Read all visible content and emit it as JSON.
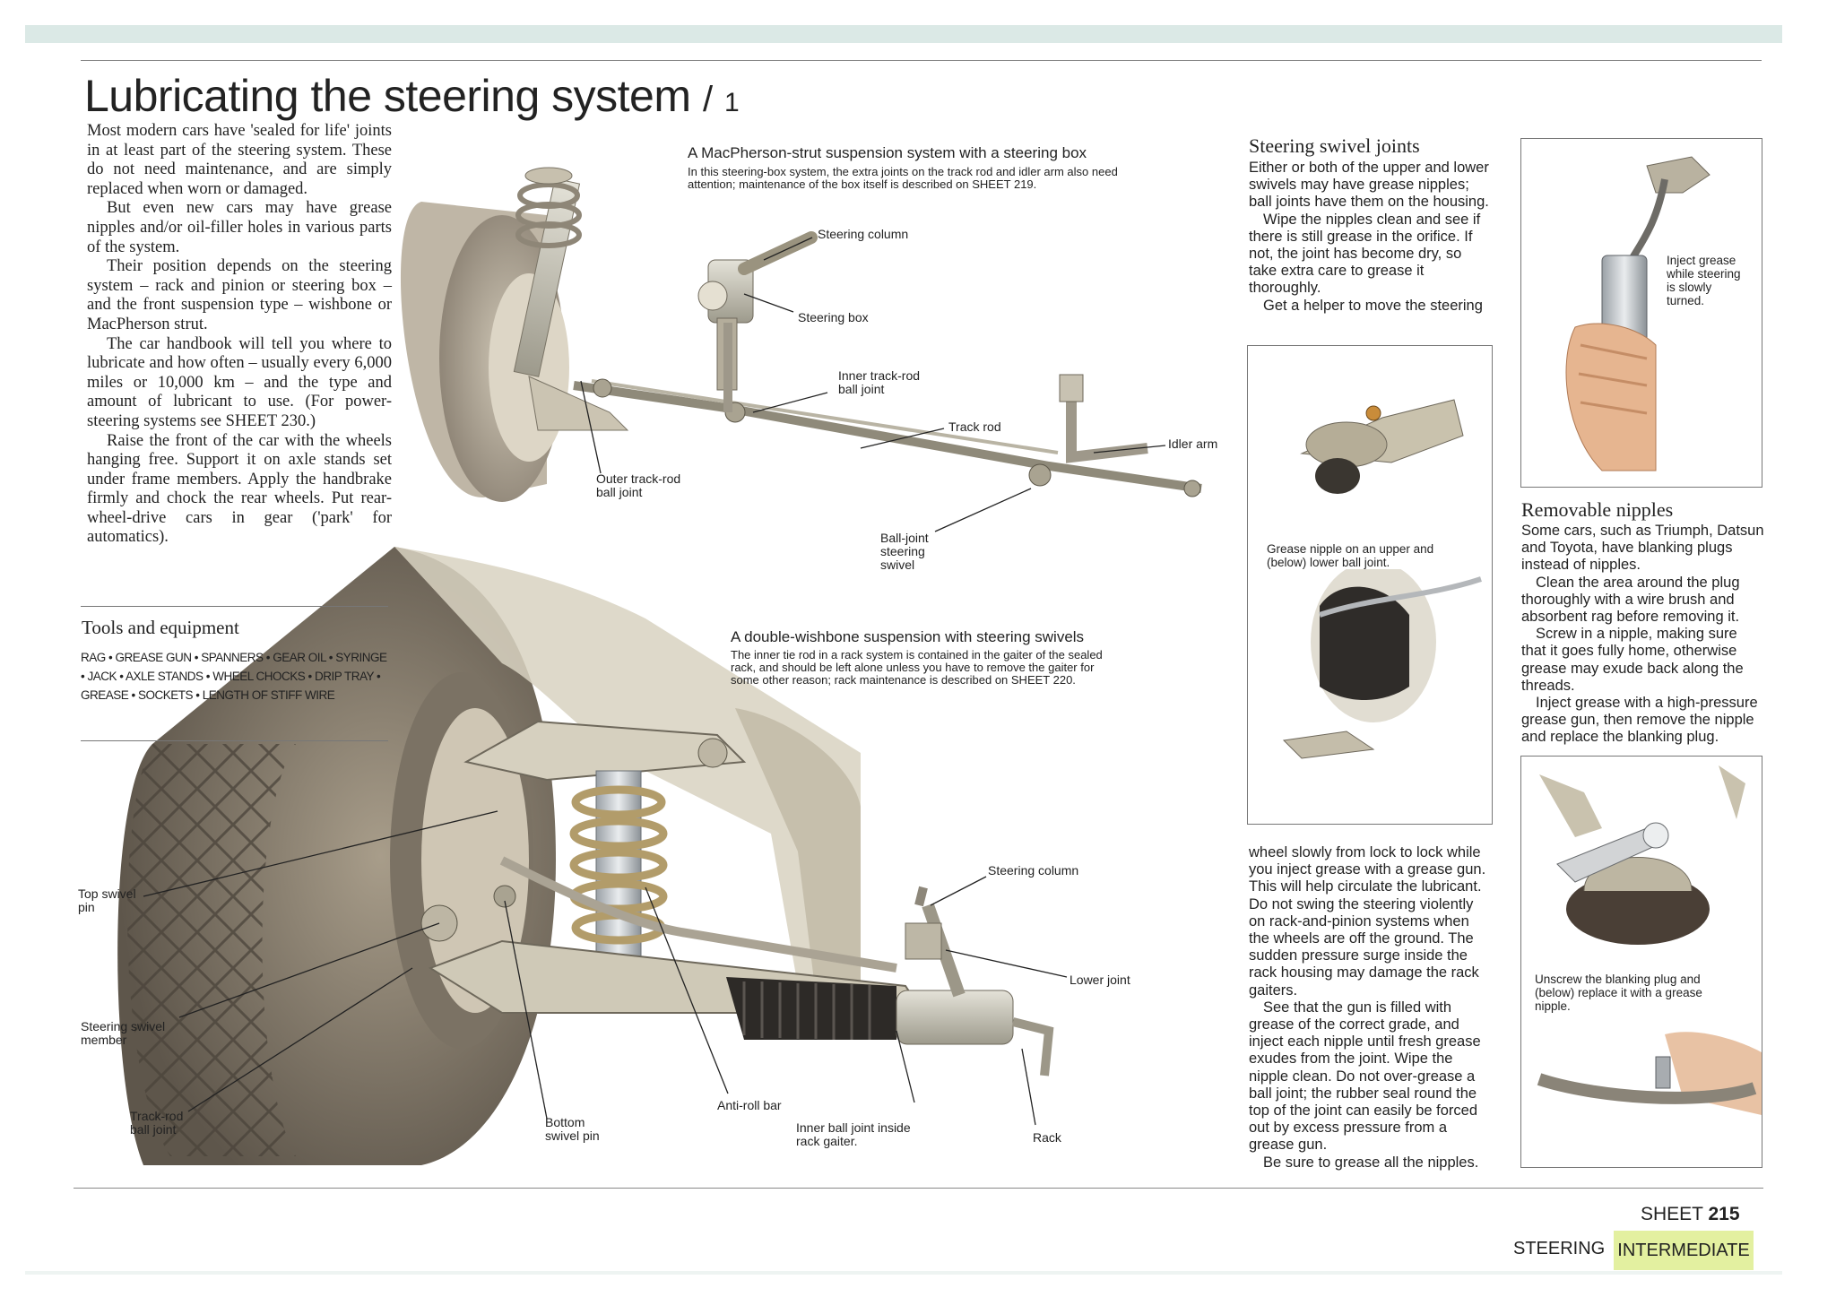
{
  "page": {
    "title": "Lubricating the steering system",
    "title_sep": "/",
    "title_part": "1",
    "sheet_label": "SHEET",
    "sheet_number": "215",
    "category": "STEERING",
    "level": "INTERMEDIATE"
  },
  "intro": {
    "paragraphs": [
      "Most modern cars have 'sealed for life' joints in at least part of the steering system. These do not need maintenance, and are simply replaced when worn or damaged.",
      "But even new cars may have grease nipples and/or oil-filler holes in various parts of the system.",
      "Their position depends on the steering system – rack and pinion or steering box – and the front suspension type – wishbone or MacPherson strut.",
      "The car handbook will tell you where to lubricate and how often – usually every 6,000 miles or 10,000 km – and the type and amount of lubricant to use. (For power-steering systems see SHEET 230.)",
      "Raise the front of the car with the wheels hanging free. Support it on axle stands set under frame members. Apply the handbrake firmly and chock the rear wheels. Put rear-wheel-drive cars in gear ('park' for automatics)."
    ]
  },
  "tools": {
    "heading": "Tools and equipment",
    "list": "RAG • GREASE GUN • SPANNERS • GEAR OIL • SYRINGE • JACK • AXLE STANDS • WHEEL CHOCKS • DRIP TRAY • GREASE • SOCKETS • LENGTH OF STIFF WIRE"
  },
  "macpherson": {
    "heading": "A MacPherson-strut suspension system with a steering box",
    "body": "In this steering-box system, the extra joints on the track rod and idler arm also need attention; maintenance of the box itself is described on SHEET 219.",
    "labels": {
      "steering_column": "Steering column",
      "steering_box": "Steering box",
      "inner_track_rod": "Inner track-rod ball joint",
      "track_rod": "Track rod",
      "idler_arm": "Idler arm",
      "outer_track_rod": "Outer track-rod ball joint",
      "ball_joint_swivel": "Ball-joint steering swivel"
    }
  },
  "wishbone": {
    "heading": "A double-wishbone suspension with steering swivels",
    "body": "The inner tie rod in a rack system is contained in the gaiter of the sealed rack, and should be left alone unless you have to remove the gaiter for some other reason; rack maintenance is described on SHEET 220.",
    "labels": {
      "top_swivel_pin": "Top swivel pin",
      "steering_swivel_member": "Steering swivel member",
      "track_rod_ball_joint": "Track-rod ball joint",
      "bottom_swivel_pin": "Bottom swivel pin",
      "anti_roll_bar": "Anti-roll bar",
      "inner_ball_joint": "Inner ball joint inside rack gaiter.",
      "rack": "Rack",
      "steering_column": "Steering column",
      "lower_joint": "Lower joint"
    }
  },
  "swivel_joints": {
    "heading": "Steering swivel joints",
    "paragraphs_a": [
      "Either or both of the upper and lower swivels may have grease nipples; ball joints have them on the housing.",
      "Wipe the nipples clean and see if there is still grease in the orifice. If not, the joint has become dry, so take extra care to grease it thoroughly.",
      "Get a helper to move the steering"
    ],
    "paragraphs_b": [
      "wheel slowly from lock to lock while you inject grease with a grease gun. This will help circulate the lubricant. Do not swing the steering violently on rack-and-pinion systems when the wheels are off the ground. The sudden pressure surge inside the rack housing may damage the rack gaiters.",
      "See that the gun is filled with grease of the correct grade, and inject each nipple until fresh grease exudes from the joint. Wipe the nipple clean. Do not over-grease a ball joint; the rubber seal round the top of the joint can easily be forced out by excess pressure from a grease gun.",
      "Be sure to grease all the nipples."
    ],
    "photo_caption": "Grease nipple on an upper and (below) lower ball joint."
  },
  "grease_gun": {
    "caption": "Inject grease while steering is slowly turned."
  },
  "removable": {
    "heading": "Removable nipples",
    "paragraphs": [
      "Some cars, such as Triumph, Datsun and Toyota, have blanking plugs instead of nipples.",
      "Clean the area around the plug thoroughly with a wire brush and absorbent rag before removing it.",
      "Screw in a nipple, making sure that it goes fully home, otherwise grease may exude back along the threads.",
      "Inject grease with a high-pressure grease gun, then remove the nipple and replace the blanking plug."
    ],
    "photo_caption": "Unscrew the blanking plug and (below) replace it with a grease nipple."
  }
}
